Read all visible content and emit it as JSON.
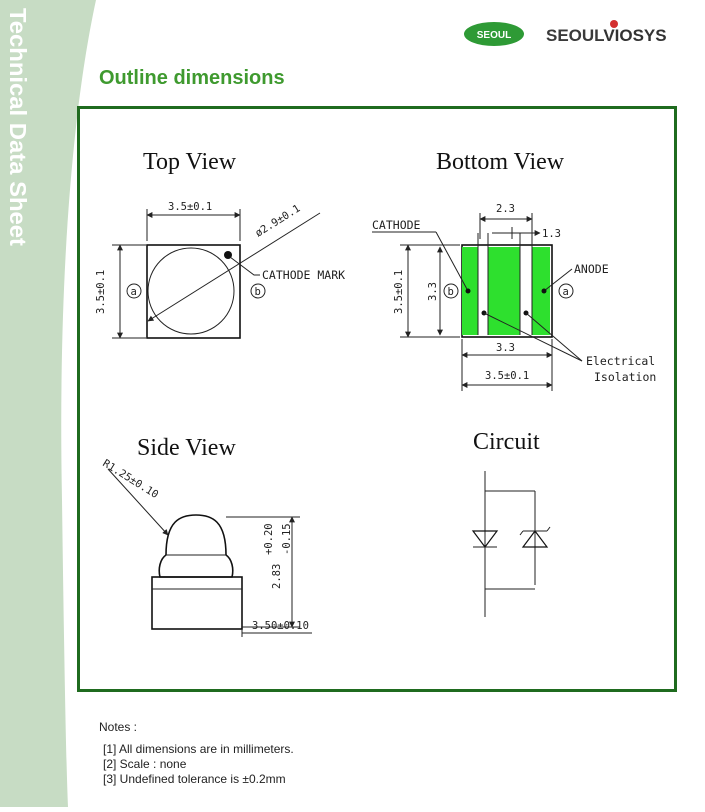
{
  "sidebar": {
    "vertical_title": "Technical Data Sheet"
  },
  "logo": {
    "badge_text": "SEOUL",
    "brand_prefix": "SEOUL",
    "brand_suffix": "VIOSYS"
  },
  "section_title": "Outline dimensions",
  "drawing": {
    "top_view": {
      "title": "Top View",
      "width_dim": "3.5±0.1",
      "height_dim": "3.5±0.1",
      "diameter_dim": "ø2.9±0.1",
      "cathode_mark": "CATHODE MARK",
      "label_a": "a",
      "label_b": "b"
    },
    "bottom_view": {
      "title": "Bottom View",
      "cathode": "CATHODE",
      "anode": "ANODE",
      "dim_top": "2.3",
      "dim_gap": "1.3",
      "dim_height": "3.5±0.1",
      "dim_inner_height": "3.3",
      "dim_inner_width": "3.3",
      "dim_width": "3.5±0.1",
      "isolation_line1": "Electrical",
      "isolation_line2": "Isolation",
      "label_a": "a",
      "label_b": "b"
    },
    "side_view": {
      "title": "Side View",
      "radius_dim": "R1.25±0.10",
      "height_dim": "2.83",
      "height_tol_plus": "+0.20",
      "height_tol_minus": "-0.15",
      "width_dim": "3.50±0.10"
    },
    "circuit": {
      "title": "Circuit"
    },
    "colors": {
      "frame": "#1f6b1f",
      "pad_green": "#2ee02e",
      "title_green": "#3f9a2f"
    }
  },
  "notes": {
    "header": "Notes :",
    "items": [
      "[1] All dimensions are in millimeters.",
      "[2] Scale :  none",
      "[3] Undefined tolerance is ±0.2mm"
    ]
  }
}
